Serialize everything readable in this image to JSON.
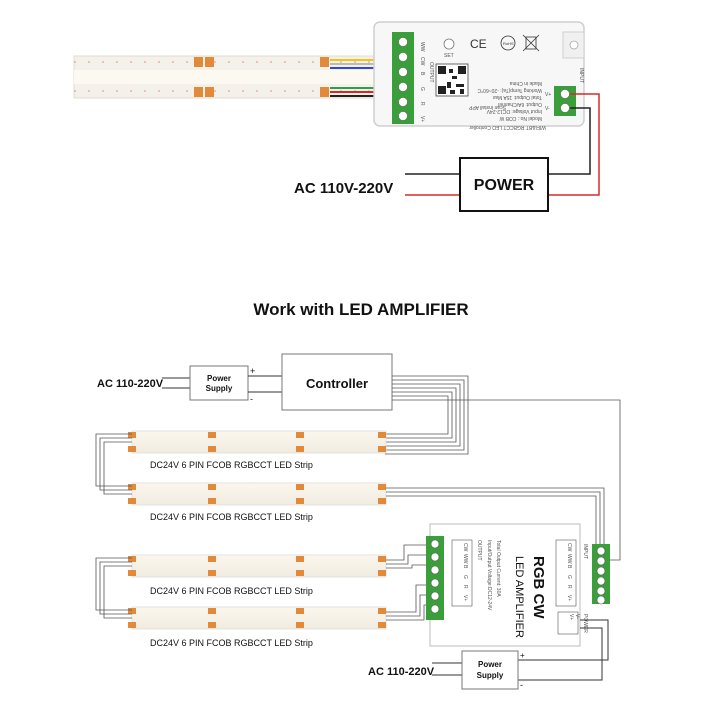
{
  "top_diagram": {
    "controller": {
      "name": "WIFI&BT RGBCCT LED Controller",
      "model": "Model No.: COB W",
      "input_voltage": "Input Voltage: DC12-24V",
      "output": "Output: 6A/Channel",
      "total_output": "Total Output: 15A Max",
      "working_temp": "Working Temp(Ta): -20~60°C",
      "made_in": "Made in China",
      "scan": "Scan Install APP",
      "set_label": "SET",
      "output_label": "OUTPUT",
      "input_label": "INPUT",
      "terminal_labels": [
        "WW",
        "CW",
        "B",
        "G",
        "R",
        "V+"
      ],
      "input_terminals": [
        "V+",
        "V-"
      ],
      "marks": [
        "CE",
        "RoHS",
        "WEEE"
      ]
    },
    "power_label": "POWER",
    "ac_label": "AC 110V-220V"
  },
  "section_title": "Work with LED AMPLIFIER",
  "bottom_diagram": {
    "ac_label_top": "AC 110-220V",
    "power_supply_top": [
      "Power",
      "Supply"
    ],
    "plus": "+",
    "minus": "-",
    "controller_label": "Controller",
    "strip_label": "DC24V 6 PIN FCOB RGBCCT LED Strip",
    "amplifier": {
      "title": "RGB CW",
      "subtitle": "LED AMPLIFIER",
      "input_voltage": "Input/Output Voltage:DC12-24V",
      "output_current": "Total Output Current: 30A",
      "input_label": "INPUT",
      "output_label": "OUTPUT",
      "power_label": "POWER",
      "input_terminals": [
        "CW",
        "WW",
        "B",
        "G",
        "R",
        "V+"
      ],
      "output_terminals": [
        "CW",
        "WW",
        "B",
        "G",
        "R",
        "V+"
      ],
      "power_terminals": [
        "V+",
        "V-"
      ]
    },
    "ac_label_bottom": "AC 110-220V",
    "power_supply_bottom": [
      "Power",
      "Supply"
    ]
  }
}
